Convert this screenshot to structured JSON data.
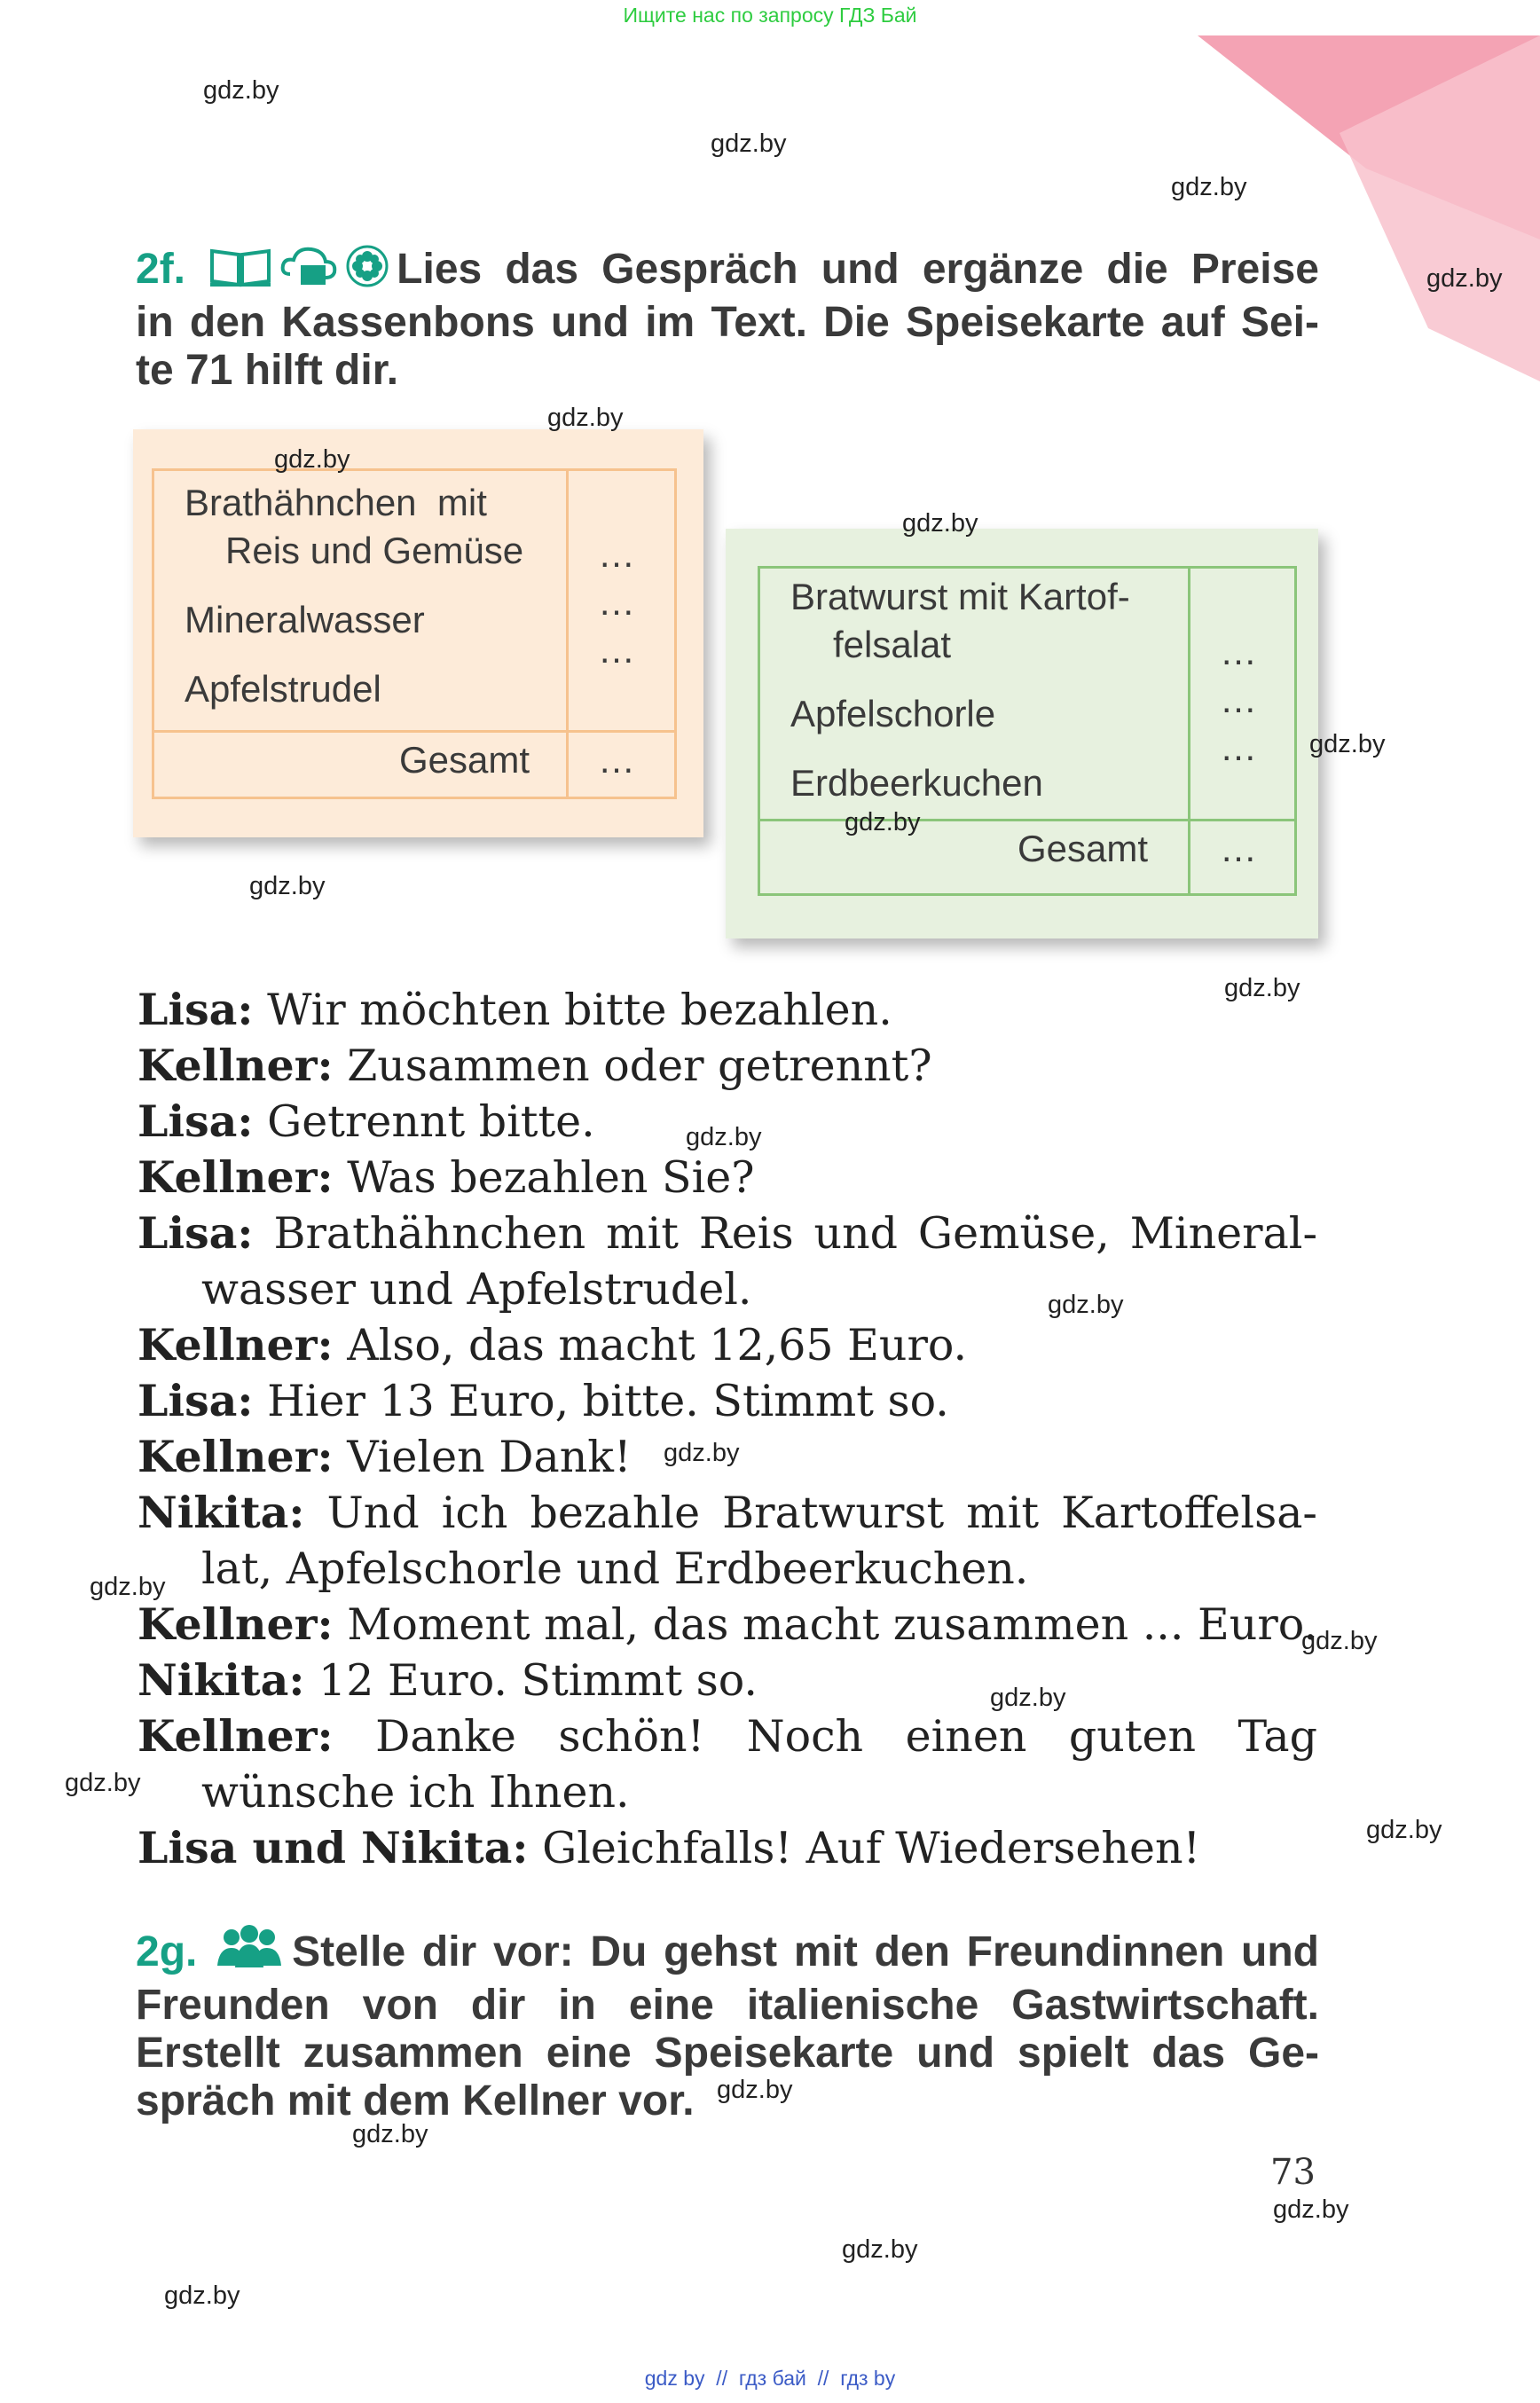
{
  "top_banner": "Ищите нас по запросу ГДЗ Бай",
  "watermark": "gdz.by",
  "exercise_2f": {
    "number": "2f.",
    "line1": "Lies das Gespräch und ergänze die Preise",
    "line2": "in den Kassenbons und im Text. Die Speisekarte auf Sei-",
    "line3": "te 71 hilft dir."
  },
  "receipt_1": {
    "item1_line1": "Brathähnchen  mit",
    "item1_line2": "Reis und Gemüse",
    "item2": "Mineralwasser",
    "item3": "Apfelstrudel",
    "prices": [
      "…",
      "…",
      "…"
    ],
    "total_label": "Gesamt",
    "total_value": "…"
  },
  "receipt_2": {
    "item1_line1": "Bratwurst mit Kartof-",
    "item1_line2": "felsalat",
    "item2": "Apfelschorle",
    "item3": "Erdbeerkuchen",
    "prices": [
      "…",
      "…",
      "…"
    ],
    "total_label": "Gesamt",
    "total_value": "…"
  },
  "dialog": [
    {
      "speaker": "Lisa:",
      "text": "Wir möchten bitte bezahlen."
    },
    {
      "speaker": "Kellner:",
      "text": "Zusammen oder getrennt?"
    },
    {
      "speaker": "Lisa:",
      "text": "Getrennt bitte."
    },
    {
      "speaker": "Kellner:",
      "text": "Was bezahlen Sie?"
    },
    {
      "speaker": "Lisa:",
      "text": "Brathähnchen mit Reis und Gemüse, Mineral- wasser und Apfelstrudel."
    },
    {
      "speaker": "Kellner:",
      "text": "Also, das macht 12,65 Euro."
    },
    {
      "speaker": "Lisa:",
      "text": "Hier 13 Euro, bitte. Stimmt so."
    },
    {
      "speaker": "Kellner:",
      "text": "Vielen Dank!"
    },
    {
      "speaker": "Nikita:",
      "text": "Und ich bezahle Bratwurst mit Kartoffelsa- lat, Apfelschorle und Erdbeerkuchen."
    },
    {
      "speaker": "Kellner:",
      "text": "Moment mal, das macht zusammen ... Euro."
    },
    {
      "speaker": "Nikita:",
      "text": "12 Euro. Stimmt so."
    },
    {
      "speaker": "Kellner:",
      "text": "Danke schön! Noch einen guten Tag wünsche ich Ihnen."
    },
    {
      "speaker": "Lisa und Nikita:",
      "text": "Gleichfalls! Auf Wiedersehen!"
    }
  ],
  "exercise_2g": {
    "number": "2g.",
    "line1": "Stelle dir vor: Du gehst mit den Freundinnen und",
    "line2": "Freunden von dir in eine italienische Gastwirtschaft.",
    "line3": "Erstellt zusammen eine Speisekarte und spielt das Ge-",
    "line4": "spräch mit dem Kellner vor."
  },
  "page_number": "73",
  "footer": "gdz by  //  гдз бай  //  гдз by",
  "colors": {
    "accent_teal": "#16a085",
    "receipt_orange_bg": "#fdebd9",
    "receipt_orange_border": "#f6c28e",
    "receipt_green_bg": "#e7f1df",
    "receipt_green_border": "#8bc57a",
    "corner_pink": "#f4a3b4"
  },
  "icons": [
    "book-icon",
    "cloud-folder-icon",
    "flower-icon",
    "group-icon"
  ]
}
